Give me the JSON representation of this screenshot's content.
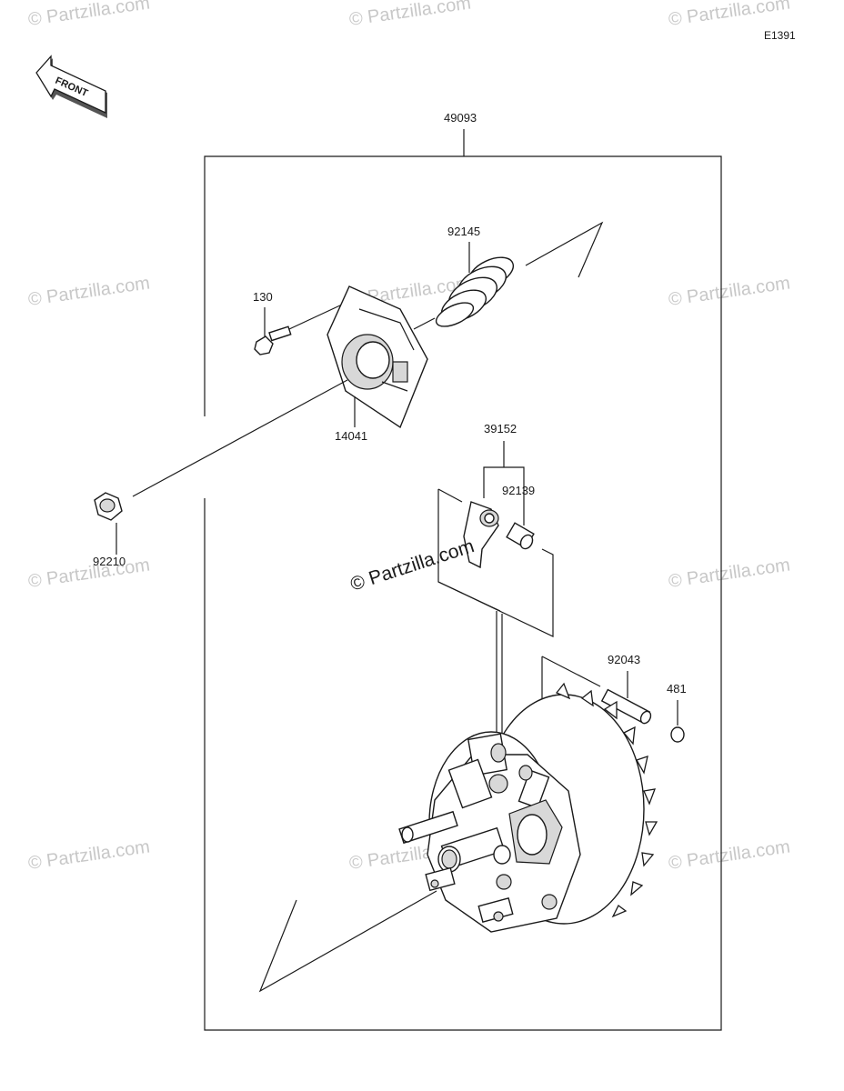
{
  "diagram_code": "E1391",
  "front_label": "FRONT",
  "watermark": "© Partzilla.com",
  "center_watermark": "© Partzilla.com",
  "parts": {
    "assembly": "49093",
    "spring": "92145",
    "bolt": "130",
    "cover": "14041",
    "nut": "92210",
    "weight_set": "39152",
    "collar_small": "92139",
    "collar_pin": "92043",
    "snap_ring": "481"
  }
}
